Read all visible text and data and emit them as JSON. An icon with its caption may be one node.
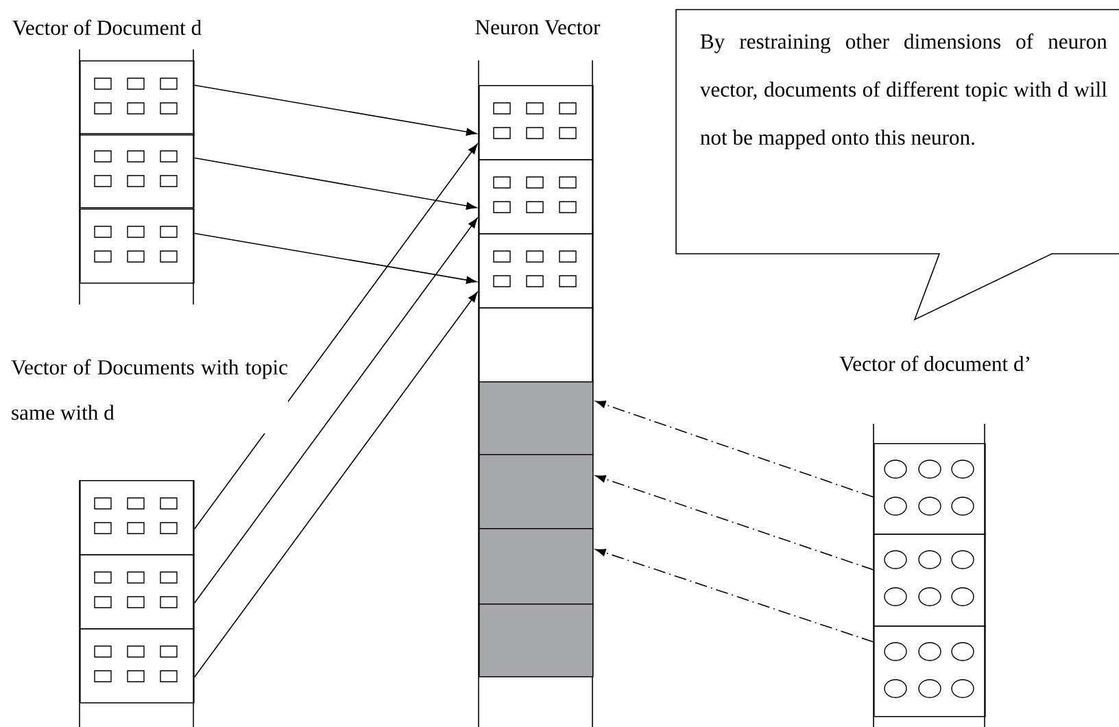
{
  "diagram": {
    "nodes": [
      {
        "text": [
          "By restraining other dimensions of neuron vector, documents of different topic with d will not be mapped onto this neuron."
        ]
      },
      {
        "text": [],
        "shape": "box"
      },
      {
        "text": [],
        "shape": "box"
      },
      {
        "text": [],
        "shape": "box"
      },
      {
        "text": [],
        "shape": "box"
      },
      {
        "text": [],
        "shape": "box"
      },
      {
        "text": [],
        "shape": "box"
      },
      {
        "text": [],
        "shape": "box"
      },
      {
        "text": [],
        "shape": "box"
      },
      {
        "text": [],
        "shape": "box"
      },
      {
        "text": [],
        "shape": "box"
      },
      {
        "text": [],
        "shape": "box"
      },
      {
        "text": [],
        "shape": "box"
      },
      {
        "text": [],
        "shape": "box"
      },
      {
        "text": [],
        "shape": "box"
      },
      {
        "text": [],
        "shape": "box"
      },
      {
        "text": [],
        "shape": "box"
      },
      {
        "text": [],
        "shape": "box"
      }
    ],
    "edges": [
      {
        "from": 1,
        "to": 4,
        "arrow": "to"
      },
      {
        "from": 2,
        "to": 5,
        "arrow": "to"
      },
      {
        "from": 3,
        "to": 6,
        "arrow": "to"
      },
      {
        "from": 12,
        "to": 4,
        "arrow": "to"
      },
      {
        "from": 13,
        "to": 5,
        "arrow": "to"
      },
      {
        "from": 14,
        "to": 6,
        "arrow": "to"
      },
      {
        "from": 15,
        "to": 8,
        "arrow": "to",
        "style": "dashed"
      },
      {
        "from": 16,
        "to": 9,
        "arrow": "to",
        "style": "dashed"
      },
      {
        "from": 17,
        "to": 10,
        "arrow": "to",
        "style": "dashed"
      }
    ],
    "labels": [
      "Vector of Document d",
      "Neuron Vector",
      "Vector of Documents with topic same with d",
      "Vector of document d’"
    ]
  }
}
